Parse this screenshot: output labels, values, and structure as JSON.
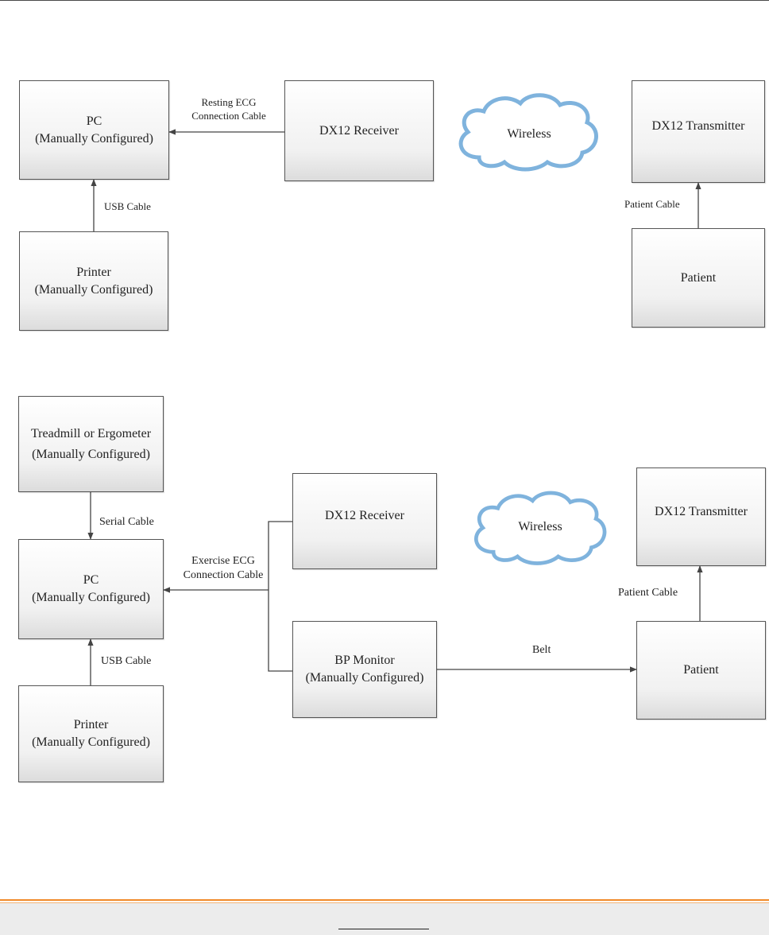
{
  "resting_diagram": {
    "pc": [
      "PC",
      "(Manually Configured)"
    ],
    "receiver": "DX12 Receiver",
    "wireless": "Wireless",
    "transmitter": "DX12 Transmitter",
    "printer": [
      "Printer",
      "(Manually Configured)"
    ],
    "patient": "Patient",
    "cable_ecg": [
      "Resting ECG",
      "Connection Cable"
    ],
    "cable_usb": "USB Cable",
    "cable_patient": "Patient Cable"
  },
  "exercise_diagram": {
    "treadmill": [
      "Treadmill or Ergometer",
      "(Manually Configured)"
    ],
    "pc": [
      "PC",
      "(Manually Configured)"
    ],
    "printer": [
      "Printer",
      "(Manually Configured)"
    ],
    "receiver": "DX12 Receiver",
    "bp_monitor": [
      "BP Monitor",
      "(Manually Configured)"
    ],
    "wireless": "Wireless",
    "transmitter": "DX12 Transmitter",
    "patient": "Patient",
    "cable_serial": "Serial Cable",
    "cable_ecg": [
      "Exercise ECG",
      "Connection Cable"
    ],
    "cable_usb": "USB Cable",
    "cable_patient": "Patient Cable",
    "cable_belt": "Belt"
  },
  "colors": {
    "accent_rule": "#f08a2a",
    "cloud_fill": "#ffffff",
    "cloud_stroke": "#7fb3dd",
    "footer_bg": "#ececec"
  }
}
